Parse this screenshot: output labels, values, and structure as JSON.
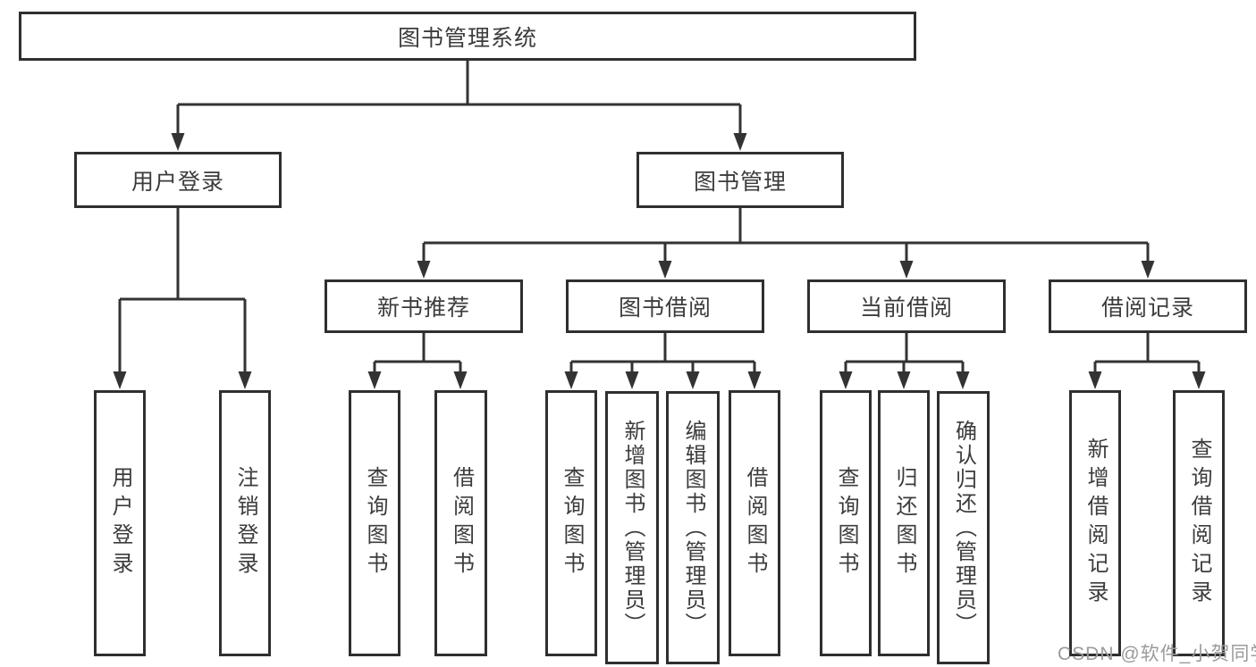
{
  "diagram": {
    "root": {
      "label": "图书管理系统"
    },
    "user_login": {
      "label": "用户登录",
      "children": [
        {
          "label": "用户登录"
        },
        {
          "label": "注销登录"
        }
      ]
    },
    "book_mgmt": {
      "label": "图书管理",
      "children": [
        {
          "label": "新书推荐",
          "children": [
            {
              "label": "查询图书"
            },
            {
              "label": "借阅图书"
            }
          ]
        },
        {
          "label": "图书借阅",
          "children": [
            {
              "label": "查询图书"
            },
            {
              "label": "新增图书（管理员）"
            },
            {
              "label": "编辑图书（管理员）"
            },
            {
              "label": "借阅图书"
            }
          ]
        },
        {
          "label": "当前借阅",
          "children": [
            {
              "label": "查询图书"
            },
            {
              "label": "归还图书"
            },
            {
              "label": "确认归还（管理员）"
            }
          ]
        },
        {
          "label": "借阅记录",
          "children": [
            {
              "label": "新增借阅记录"
            },
            {
              "label": "查询借阅记录"
            }
          ]
        }
      ]
    }
  },
  "watermark": {
    "text": "CSDN @软件_小贺同学"
  },
  "colors": {
    "line": "#333333",
    "text": "#3c3c3c",
    "watermark": "#9b9b9b",
    "background": "#ffffff"
  }
}
